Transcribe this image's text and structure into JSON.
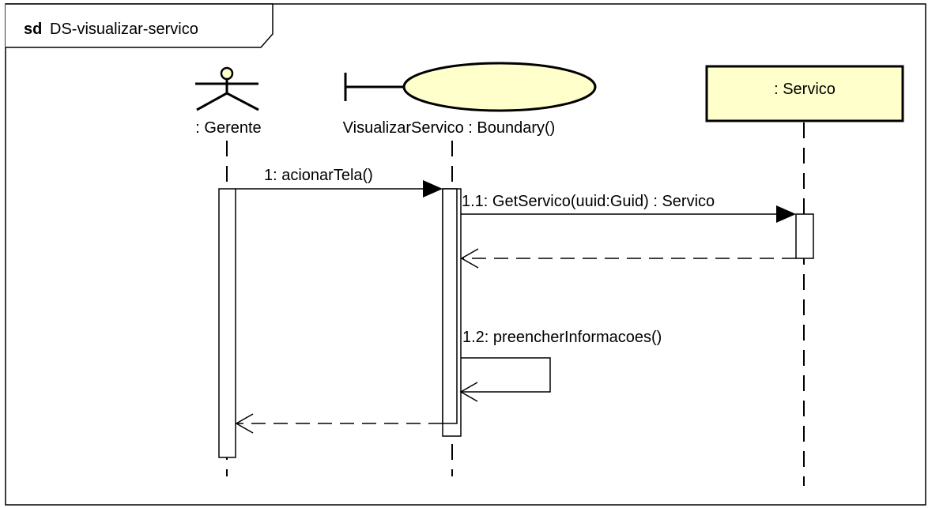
{
  "frame": {
    "keyword": "sd",
    "name": "DS-visualizar-servico"
  },
  "lifelines": {
    "actor": {
      "label": ": Gerente",
      "icon": "actor-stick-figure-icon"
    },
    "boundary": {
      "label": "VisualizarServico : Boundary()",
      "icon": "boundary-icon",
      "fill": "#FFFFCC"
    },
    "object": {
      "label": ": Servico",
      "fill": "#FFFFCC"
    }
  },
  "messages": {
    "m1": {
      "label": "1: acionarTela()",
      "kind": "synchronous"
    },
    "m1_1": {
      "label": "1.1: GetServico(uuid:Guid) : Servico",
      "kind": "synchronous"
    },
    "m1_1_return": {
      "label": "",
      "kind": "return"
    },
    "m1_2": {
      "label": "1.2: preencherInformacoes()",
      "kind": "self"
    },
    "m1_return": {
      "label": "",
      "kind": "return"
    }
  },
  "colors": {
    "element_fill": "#FFFFCC",
    "line": "#000000"
  }
}
